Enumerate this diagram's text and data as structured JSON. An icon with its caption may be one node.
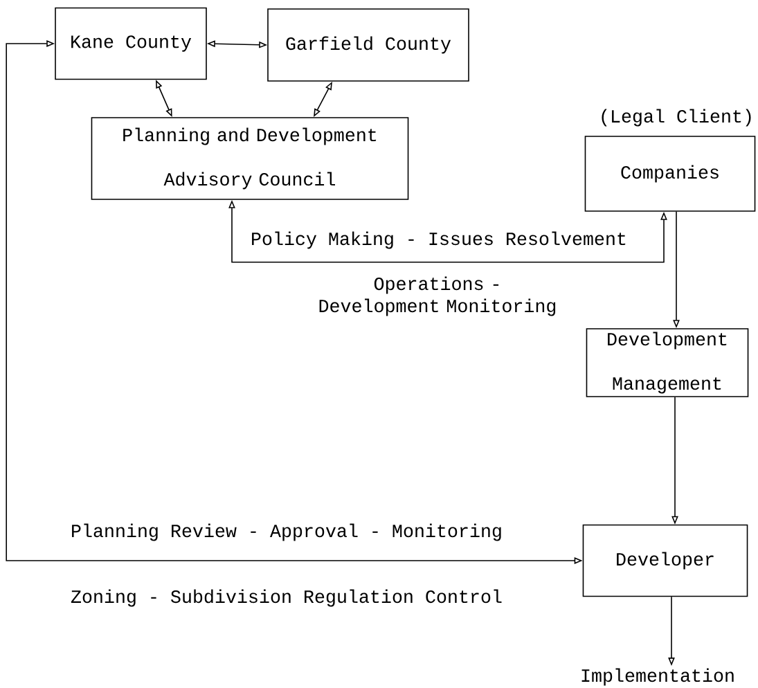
{
  "diagram": {
    "nodes": [
      {
        "text": [
          "Kane County"
        ]
      },
      {
        "text": [
          "Garfield County"
        ]
      },
      {
        "text": [
          "Planning and Development Advisory Council"
        ]
      },
      {
        "text": [
          "Companies"
        ],
        "beside": [
          "(Legal Client)"
        ]
      },
      {
        "text": [
          "Development Management"
        ]
      },
      {
        "text": [
          "Developer"
        ]
      },
      {
        "text": [
          "Implementation"
        ]
      }
    ],
    "edges": [
      {
        "from": 0,
        "to": 1,
        "arrow": "both"
      },
      {
        "from": 0,
        "to": 2,
        "arrow": "both"
      },
      {
        "from": 1,
        "to": 2,
        "arrow": "both"
      },
      {
        "from": 2,
        "to": 3,
        "arrow": "both",
        "label": "Policy Making - Issues Resolvement"
      },
      {
        "from": 3,
        "to": 4,
        "arrow": "to"
      },
      {
        "from": 4,
        "to": 5,
        "arrow": "to"
      },
      {
        "from": 0,
        "to": 5,
        "arrow": "both",
        "label": "Planning Review - Approval - Monitoring"
      },
      {
        "from": 5,
        "to": 6,
        "arrow": "to"
      }
    ],
    "labels": [
      "Operations - Development Monitoring",
      "Zoning - Subdivision Regulation Control"
    ]
  }
}
